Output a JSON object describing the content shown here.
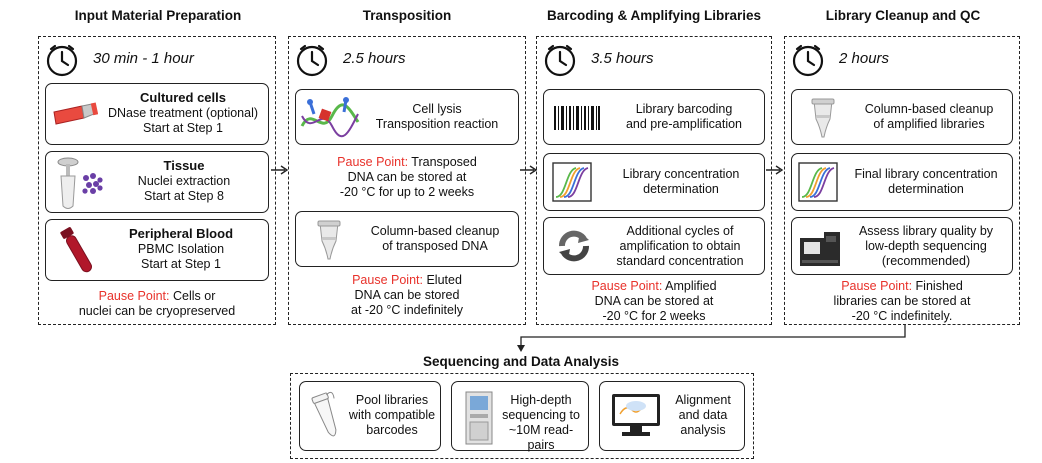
{
  "stages": [
    {
      "title": "Input Material Preparation",
      "time": "30 min - 1 hour",
      "steps": [
        {
          "heading": "Cultured cells",
          "lines": [
            "DNase treatment (optional)",
            "Start at Step 1"
          ],
          "icon": "cell-flask-icon"
        },
        {
          "heading": "Tissue",
          "lines": [
            "Nuclei extraction",
            "Start at Step 8"
          ],
          "icon": "tissue-homogenizer-icon"
        },
        {
          "heading": "Peripheral Blood",
          "lines": [
            "PBMC Isolation",
            "Start at Step 1"
          ],
          "icon": "blood-tube-icon"
        }
      ],
      "pause": {
        "label": "Pause Point:",
        "lines": [
          " Cells or",
          "nuclei can be cryopreserved"
        ]
      }
    },
    {
      "title": "Transposition",
      "time": "2.5 hours",
      "steps": [
        {
          "lines": [
            "Cell lysis",
            "Transposition reaction"
          ],
          "icon": "transposase-dna-icon"
        },
        {
          "lines": [
            "Column-based cleanup",
            "of transposed DNA"
          ],
          "icon": "spin-column-icon"
        }
      ],
      "pause1": {
        "label": "Pause Point:",
        "lines": [
          " Transposed",
          "DNA can be stored at",
          "-20 °C for up to 2 weeks"
        ]
      },
      "pause2": {
        "label": "Pause Point:",
        "lines": [
          " Eluted",
          "DNA can be stored",
          "at -20 °C indefinitely"
        ]
      }
    },
    {
      "title": "Barcoding & Amplifying Libraries",
      "time": "3.5 hours",
      "steps": [
        {
          "lines": [
            "Library barcoding",
            "and pre-amplification"
          ],
          "icon": "barcode-icon"
        },
        {
          "lines": [
            "Library concentration",
            "determination"
          ],
          "icon": "qpcr-curve-icon"
        },
        {
          "lines": [
            "Additional cycles of",
            "amplification to obtain",
            "standard concentration"
          ],
          "icon": "cycle-arrows-icon"
        }
      ],
      "pause": {
        "label": "Pause Point:",
        "lines": [
          " Amplified",
          "DNA can be stored at",
          "-20 °C for 2 weeks"
        ]
      }
    },
    {
      "title": "Library Cleanup and QC",
      "time": "2 hours",
      "steps": [
        {
          "lines": [
            "Column-based cleanup",
            "of amplified libraries"
          ],
          "icon": "spin-column-icon"
        },
        {
          "lines": [
            "Final library concentration",
            "determination"
          ],
          "icon": "qpcr-curve-icon"
        },
        {
          "lines": [
            "Assess library quality by",
            "low-depth sequencing",
            "(recommended)"
          ],
          "icon": "benchtop-sequencer-icon"
        }
      ],
      "pause": {
        "label": "Pause Point:",
        "lines": [
          " Finished",
          "libraries can be stored at",
          "-20 °C indefinitely."
        ]
      }
    }
  ],
  "sequencing": {
    "title": "Sequencing and Data Analysis",
    "steps": [
      {
        "lines": [
          "Pool libraries",
          "with compatible",
          "barcodes"
        ],
        "icon": "microtube-icon"
      },
      {
        "lines": [
          "High-depth",
          "sequencing to",
          "~10M read-pairs"
        ],
        "icon": "sequencer-icon"
      },
      {
        "lines": [
          "Alignment",
          "and data",
          "analysis"
        ],
        "icon": "monitor-analysis-icon"
      }
    ]
  },
  "colors": {
    "pause_red": "#e8322b",
    "curve_purple": "#7b3fa0",
    "curve_blue": "#3a6fd8",
    "curve_green": "#59b84a",
    "curve_orange": "#f0a030"
  }
}
